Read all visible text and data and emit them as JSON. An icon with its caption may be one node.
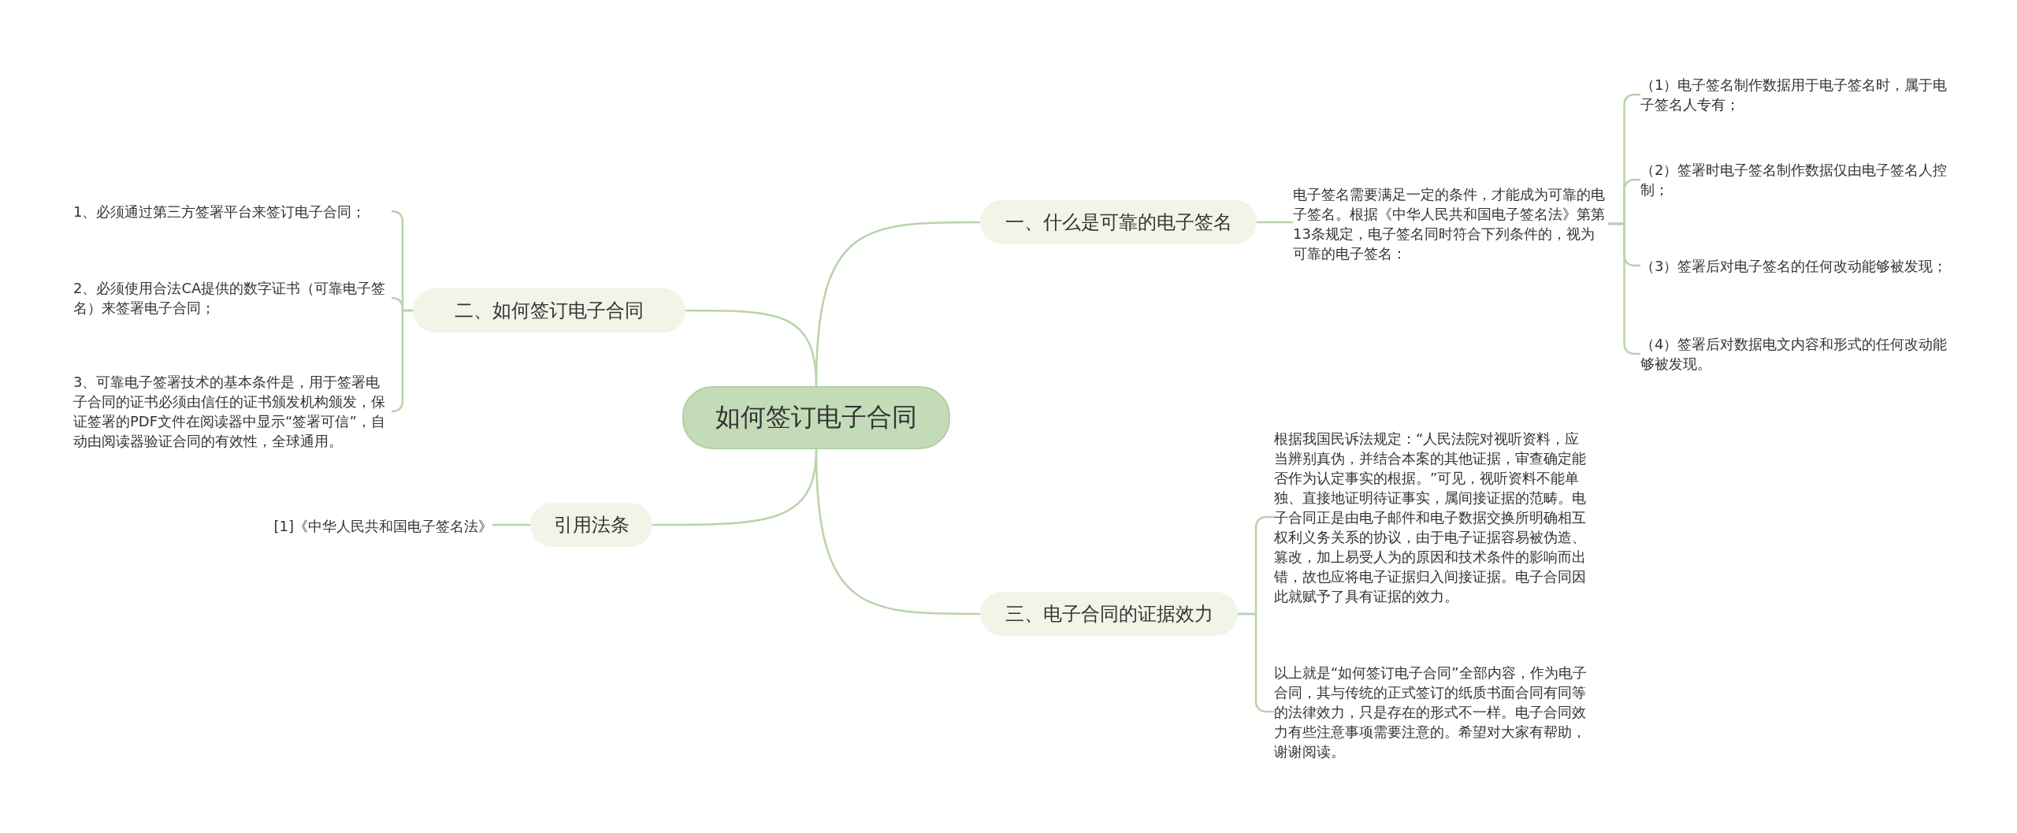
{
  "diagram": {
    "nodes": [
      {
        "text": [
          "如何签订电子合同"
        ]
      },
      {
        "text": [
          "一、什么是可靠的电子签名"
        ]
      },
      {
        "text": [
          "电子签名需要满足一定的条件，才能成为可靠的电子签名。根据《中华人民共和国电子签名法》第第13条规定，电子签名同时符合下列条件的，视为可靠的电子签名："
        ]
      },
      {
        "text": [
          "（1）电子签名制作数据用于电子签名时，属于电子签名人专有；"
        ]
      },
      {
        "text": [
          "（2）签署时电子签名制作数据仅由电子签名人控制；"
        ]
      },
      {
        "text": [
          "（3）签署后对电子签名的任何改动能够被发现；"
        ]
      },
      {
        "text": [
          "（4）签署后对数据电文内容和形式的任何改动能够被发现。"
        ]
      },
      {
        "text": [
          "二、如何签订电子合同"
        ]
      },
      {
        "text": [
          "1、必须通过第三方签署平台来签订电子合同；"
        ]
      },
      {
        "text": [
          "2、必须使用合法CA提供的数字证书（可靠电子签名）来签署电子合同；"
        ]
      },
      {
        "text": [
          "3、可靠电子签署技术的基本条件是，用于签署电子合同的证书必须由信任的证书颁发机构颁发，保证签署的PDF文件在阅读器中显示“签署可信”，自动由阅读器验证合同的有效性，全球通用。"
        ]
      },
      {
        "text": [
          "引用法条"
        ]
      },
      {
        "text": [
          "[1]《中华人民共和国电子签名法》"
        ]
      },
      {
        "text": [
          "三、电子合同的证据效力"
        ]
      },
      {
        "text": [
          "根据我国民诉法规定：“人民法院对视听资料，应当辨别真伪，并结合本案的其他证据，审查确定能否作为认定事实的根据。”可见，视听资料不能单独、直接地证明待证事实，属间接证据的范畴。电子合同正是由电子邮件和电子数据交换所明确相互权利义务关系的协议，由于电子证据容易被伪造、篡改，加上易受人为的原因和技术条件的影响而出错，故也应将电子证据归入间接证据。电子合同因此就赋予了具有证据的效力。"
        ]
      },
      {
        "text": [
          "以上就是“如何签订电子合同”全部内容，作为电子合同，其与传统的正式签订的纸质书面合同有同等的法律效力，只是存在的形式不一样。电子合同效力有些注意事项需要注意的。希望对大家有帮助，谢谢阅读。"
        ]
      }
    ],
    "edges": [
      {
        "from": 0,
        "to": 1,
        "arrow": "none"
      },
      {
        "from": 1,
        "to": 2,
        "arrow": "none"
      },
      {
        "from": 2,
        "to": 3,
        "arrow": "none"
      },
      {
        "from": 2,
        "to": 4,
        "arrow": "none"
      },
      {
        "from": 2,
        "to": 5,
        "arrow": "none"
      },
      {
        "from": 2,
        "to": 6,
        "arrow": "none"
      },
      {
        "from": 0,
        "to": 7,
        "arrow": "none"
      },
      {
        "from": 7,
        "to": 8,
        "arrow": "none"
      },
      {
        "from": 7,
        "to": 9,
        "arrow": "none"
      },
      {
        "from": 7,
        "to": 10,
        "arrow": "none"
      },
      {
        "from": 0,
        "to": 11,
        "arrow": "none"
      },
      {
        "from": 11,
        "to": 12,
        "arrow": "none"
      },
      {
        "from": 0,
        "to": 13,
        "arrow": "none"
      },
      {
        "from": 13,
        "to": 14,
        "arrow": "none"
      },
      {
        "from": 13,
        "to": 15,
        "arrow": "none"
      }
    ]
  }
}
